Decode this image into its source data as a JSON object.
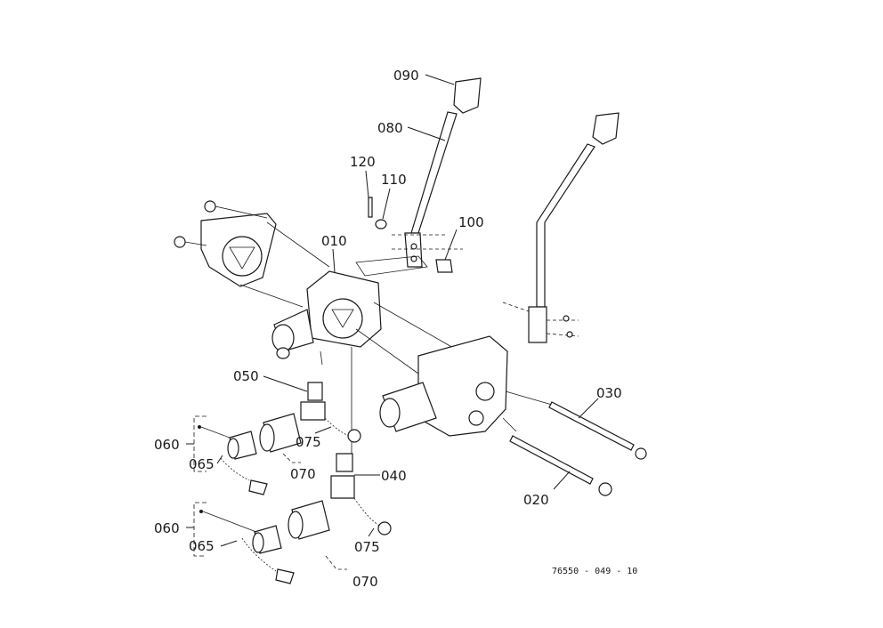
{
  "labels": {
    "p090": "090",
    "p080": "080",
    "p120": "120",
    "p110": "110",
    "p100": "100",
    "p010": "010",
    "p050": "050",
    "p030": "030",
    "p060a": "060",
    "p065a": "065",
    "p075a": "075",
    "p070a": "070",
    "p040": "040",
    "p020": "020",
    "p060b": "060",
    "p065b": "065",
    "p075b": "075",
    "p070b": "070"
  },
  "reference": "76550 - 049 - 10",
  "colors": {
    "ink": "#1a1a1a",
    "paper": "#ffffff"
  }
}
